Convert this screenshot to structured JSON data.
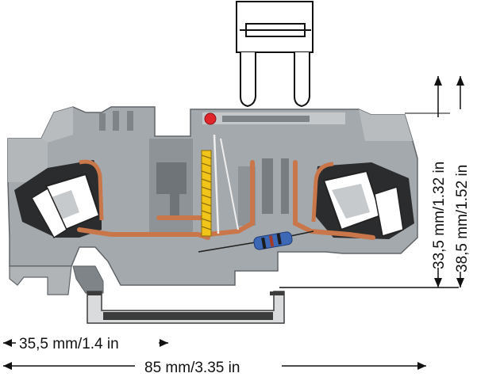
{
  "dimensions": {
    "width_label": "35,5 mm/1.4 in",
    "total_width_label": "85 mm/3.35 in",
    "height_label": "33,5 mm/1.32 in",
    "total_height_label": "38,5 mm/1.52 in"
  },
  "colors": {
    "housing": "#a4a9ad",
    "housing_dark": "#6f7478",
    "housing_light": "#c4c8cb",
    "copper": "#c9774a",
    "fuse_indicator": "#e0262a",
    "spring": "#f0c419",
    "resistor": "#3d68b5",
    "rail": "#3c3c3c"
  },
  "icons": [
    "mini-blade-fuse-icon",
    "din-rail-icon",
    "led-indicator-icon"
  ]
}
